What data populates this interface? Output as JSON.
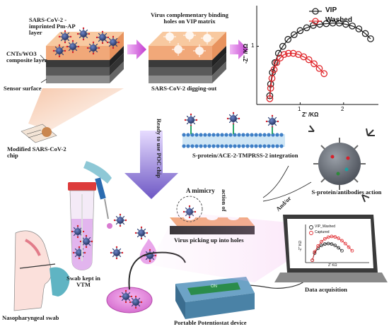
{
  "labels": {
    "imprinted_layer": "SARS-CoV-2 -imprinted Pm-AP layer",
    "composite_layer": "CNTs/WO3 composite layer",
    "sensor_surface": "Sensor surface",
    "holes_caption": "Virus complementary binding holes on VIP matrix",
    "digging_out": "SARS-CoV-2 digging-out",
    "modified_chip": "Modified  SARS-CoV-2 chip",
    "ready_to_use": "Ready to use POC chip",
    "ace2_integration": "S-protein/ACE-2-TMPRSS-2 integration",
    "a_mimicry": "A mimicry",
    "action_of": "action of",
    "and_or": "And/or",
    "antibodies_action": "S-protein/antibodies action",
    "virus_picking": "Virus picking up into holes",
    "swab_kept": "Swab kept in VTM",
    "nasopharyngeal_swab": "Nasopharyngeal swab",
    "potentiostat": "Portable Potentiostat device",
    "data_acquisition": "Data acquisition",
    "device_screen": "ON"
  },
  "colors": {
    "vip_series": "#222222",
    "washed_series": "#e0262b",
    "layer_top": "#f6b98a",
    "arrow_magenta": "#c43ed0",
    "arrow_purple": "#7b62c9",
    "virus": "#2c3f74",
    "spike": "#d8202a"
  },
  "chart_data": [
    {
      "type": "scatter",
      "title": "",
      "xlabel": "Z' /KΩ",
      "ylabel": "-Z'' /KΩ",
      "xlim": [
        0,
        2.8
      ],
      "ylim": [
        0,
        1.7
      ],
      "xticks": [
        "1",
        "2"
      ],
      "yticks": [
        "1"
      ],
      "legend_position": "top-right",
      "series": [
        {
          "name": "VIP",
          "color": "#222222",
          "x": [
            0.3,
            0.32,
            0.36,
            0.42,
            0.5,
            0.6,
            0.72,
            0.86,
            1.0,
            1.15,
            1.3,
            1.45,
            1.6,
            1.75,
            1.9,
            2.05,
            2.2,
            2.35,
            2.5,
            2.62
          ],
          "y": [
            0.15,
            0.35,
            0.55,
            0.72,
            0.88,
            1.0,
            1.12,
            1.2,
            1.27,
            1.32,
            1.36,
            1.38,
            1.39,
            1.4,
            1.4,
            1.38,
            1.35,
            1.3,
            1.22,
            1.13
          ]
        },
        {
          "name": "Washed",
          "color": "#e0262b",
          "x": [
            0.3,
            0.32,
            0.35,
            0.4,
            0.46,
            0.54,
            0.63,
            0.73,
            0.84,
            0.96,
            1.08,
            1.2,
            1.32,
            1.44,
            1.55
          ],
          "y": [
            0.1,
            0.28,
            0.45,
            0.6,
            0.72,
            0.8,
            0.86,
            0.88,
            0.88,
            0.86,
            0.82,
            0.77,
            0.7,
            0.62,
            0.53
          ]
        }
      ]
    },
    {
      "type": "scatter",
      "title": "",
      "xlabel": "Z' KΩ",
      "ylabel": "-Z'' KΩ",
      "legend_position": "top-left",
      "series": [
        {
          "name": "VIP_Washed",
          "color": "#222222",
          "x": [
            0.3,
            0.4,
            0.55,
            0.7,
            0.85,
            1.0,
            1.15,
            1.3,
            1.45,
            1.6
          ],
          "y": [
            0.1,
            0.4,
            0.6,
            0.72,
            0.78,
            0.8,
            0.78,
            0.72,
            0.62,
            0.5
          ]
        },
        {
          "name": "Captured",
          "color": "#e0262b",
          "x": [
            0.3,
            0.4,
            0.55,
            0.7,
            0.85,
            1.0,
            1.15,
            1.3,
            1.45,
            1.6,
            1.75,
            1.9,
            2.05
          ],
          "y": [
            0.1,
            0.45,
            0.7,
            0.88,
            1.0,
            1.07,
            1.1,
            1.08,
            1.02,
            0.92,
            0.8,
            0.65,
            0.5
          ]
        }
      ]
    }
  ]
}
